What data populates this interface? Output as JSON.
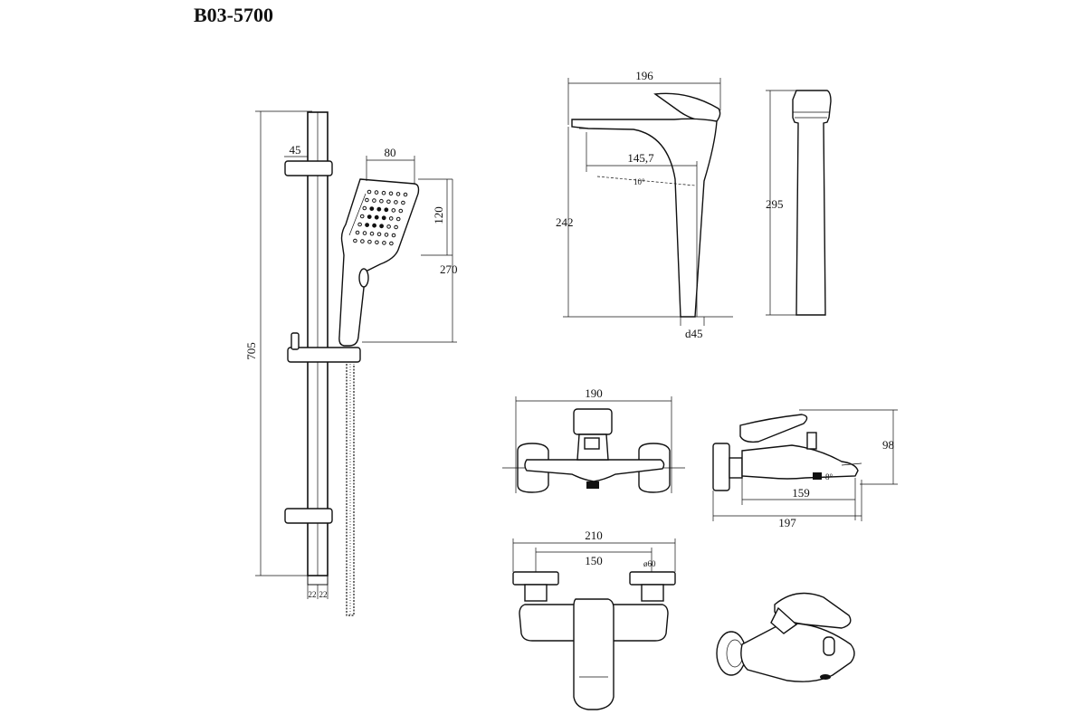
{
  "title": "B03-5700",
  "shower_set": {
    "height": "705",
    "bracket": "45",
    "head_width": "80",
    "head_height": "120",
    "handset_length": "270",
    "bar_left": "22",
    "bar_right": "22"
  },
  "basin_mixer": {
    "width": "196",
    "spout_reach": "145,7",
    "angle": "10°",
    "height": "242",
    "base_diameter": "d45",
    "side_height": "295"
  },
  "bath_mixer_front": {
    "width": "190"
  },
  "bath_mixer_side": {
    "height": "98",
    "reach": "159",
    "depth": "197",
    "angle": "8°"
  },
  "bath_mixer_top": {
    "width": "210",
    "centers": "150",
    "escutcheon": "ø60"
  }
}
